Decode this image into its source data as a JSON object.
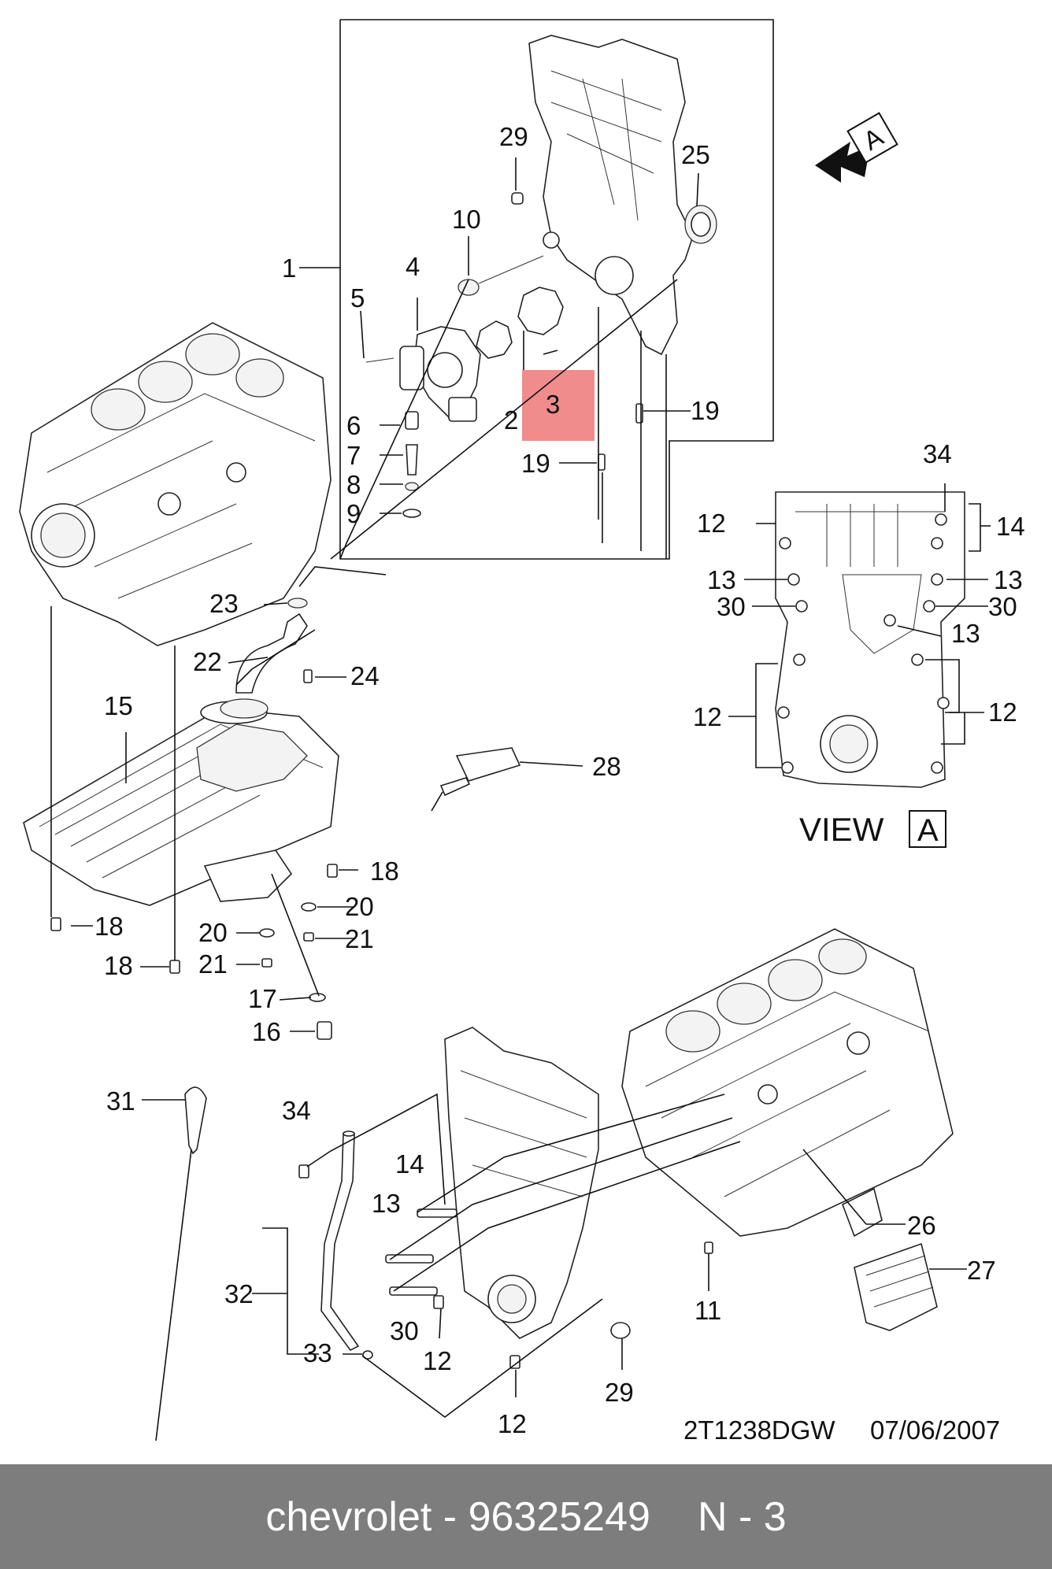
{
  "callouts": {
    "c1": "1",
    "c2": "2",
    "c3": "3",
    "c4": "4",
    "c5": "5",
    "c6": "6",
    "c7": "7",
    "c8": "8",
    "c9": "9",
    "c10": "10",
    "c11": "11",
    "c12": "12",
    "c13": "13",
    "c14": "14",
    "c15": "15",
    "c16": "16",
    "c17": "17",
    "c18": "18",
    "c19": "19",
    "c20": "20",
    "c21": "21",
    "c22": "22",
    "c23": "23",
    "c24": "24",
    "c25": "25",
    "c26": "26",
    "c27": "27",
    "c28": "28",
    "c29": "29",
    "c30": "30",
    "c31": "31",
    "c32": "32",
    "c33": "33",
    "c34": "34"
  },
  "view_label": "VIEW",
  "view_letter": "A",
  "arrow_letter": "A",
  "drawing_code": "2T1238DGW",
  "drawing_date": "07/06/2007",
  "highlight_color": "#f08c8c",
  "footer": {
    "title": "chevrolet - 96325249",
    "page": "N - 3"
  }
}
